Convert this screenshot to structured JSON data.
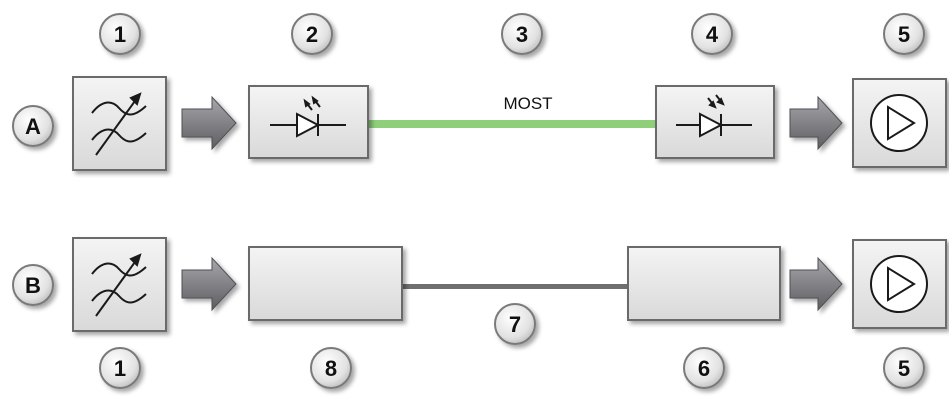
{
  "diagram": {
    "row_labels": {
      "a": "A",
      "b": "B"
    },
    "badges_top": [
      "1",
      "2",
      "3",
      "4",
      "5"
    ],
    "badges_bottom": {
      "b1": "1",
      "b8": "8",
      "b7": "7",
      "b6": "6",
      "b5": "5"
    },
    "link_label": "MOST",
    "colors": {
      "fiber": "#8fcf7a",
      "wire": "#6f6f6f",
      "box_fill": "#e4e4e4",
      "box_stroke": "#6a6a6a",
      "arrow": "#7c7c80",
      "badge_fill": "#dcdcdc"
    },
    "icons": {
      "tuner": "tuner-icon",
      "transmitter": "led-transmitter-icon",
      "receiver": "photodiode-receiver-icon",
      "amplifier": "amplifier-icon"
    }
  }
}
